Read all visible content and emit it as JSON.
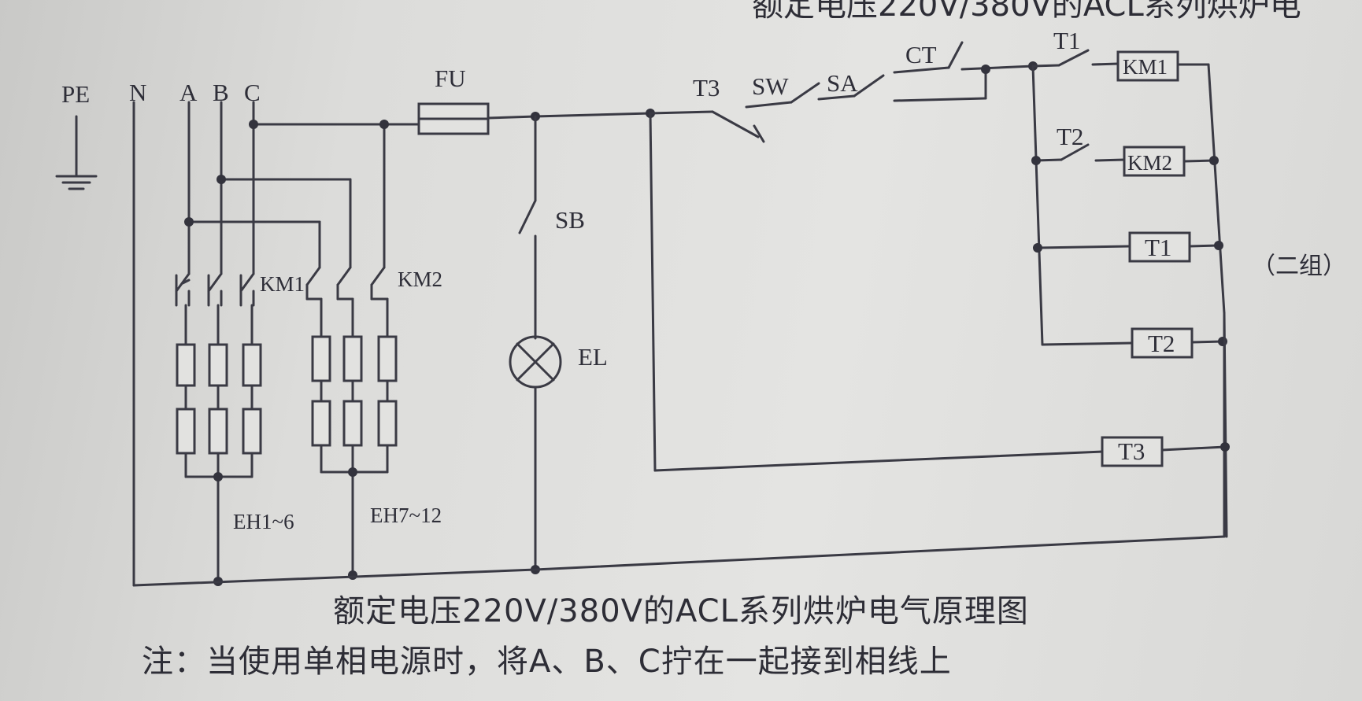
{
  "labels": {
    "pe": "PE",
    "n": "N",
    "a": "A",
    "b": "B",
    "c": "C",
    "fu": "FU",
    "sb": "SB",
    "el": "EL",
    "km1_contacts": "KM1",
    "km2_contacts": "KM2",
    "eh1": "EH1~6",
    "eh2": "EH7~12",
    "t3_switch": "T3",
    "sw": "SW",
    "sa": "SA",
    "ct": "CT",
    "t1_switch": "T1",
    "t2_switch": "T2",
    "km1_coil": "KM1",
    "km2_coil": "KM2",
    "t1_coil": "T1",
    "t2_coil": "T2",
    "t3_coil": "T3",
    "group": "（二组）"
  },
  "header_cut": "额定电压220V/380V的ACL系列烘炉电",
  "caption_title": "额定电压220V/380V的ACL系列烘炉电气原理图",
  "caption_note": "注：当使用单相电源时，将A、B、C拧在一起接到相线上",
  "colors": {
    "ink": "#3a3a44",
    "paper": "#e0e0de"
  }
}
